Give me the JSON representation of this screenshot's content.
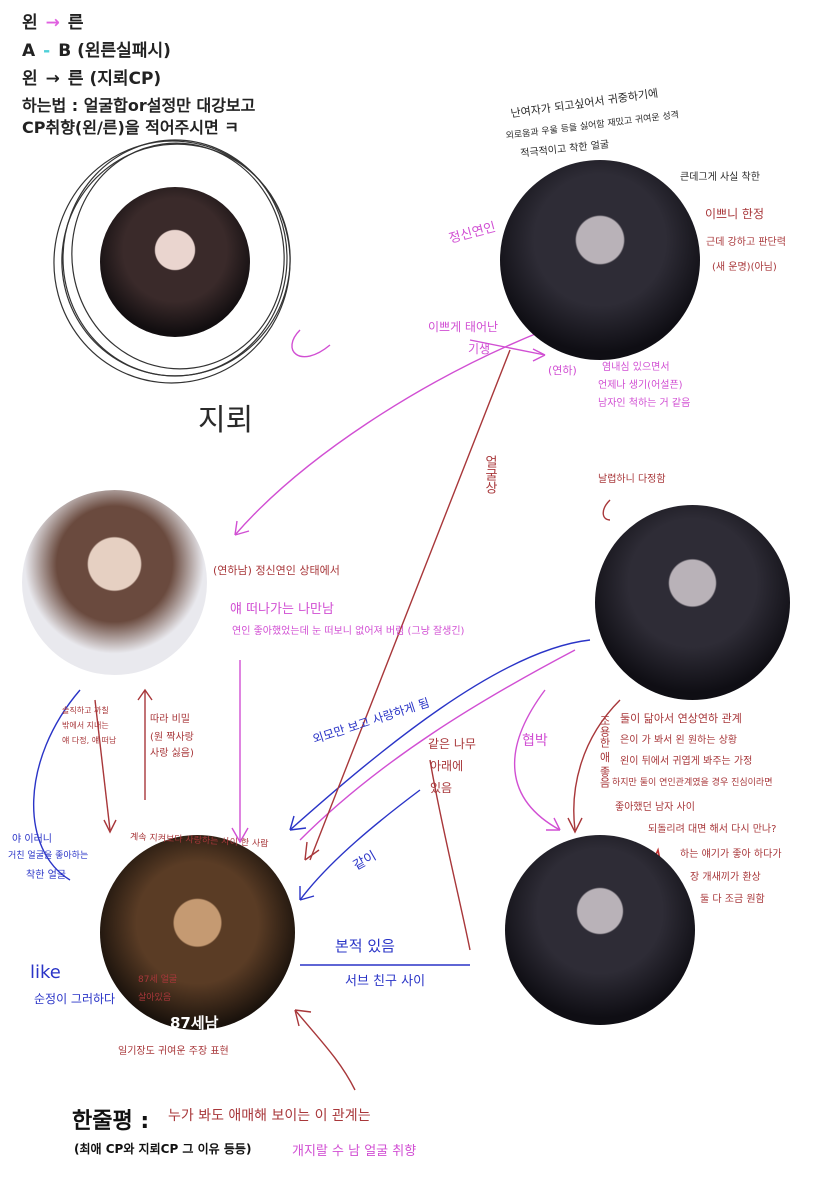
{
  "legend": {
    "line1": {
      "left": "왼",
      "arrow": "→",
      "right": "른",
      "arrow_color": "#e060e0"
    },
    "line2": {
      "text": "A - B (왼른실패시)",
      "a": "A",
      "dash": "-",
      "b": "B",
      "note": "(왼른실패시)",
      "dash_color": "#4fd0d8"
    },
    "line3": {
      "left": "왼",
      "arrow": "→",
      "right": "른 (지뢰CP)",
      "arrow_color": "#222222"
    },
    "line4": "하는법 : 얼굴합or설정만 대강보고",
    "line5": "CP취향(왼/른)을 적어주시면 ㅋ"
  },
  "nodes": {
    "jiroe_label": "지뢰",
    "age_label": "87세남"
  },
  "annotations": {
    "top_right_note1": "난여자가 되고싶어서 귀중하기에",
    "top_right_note2": "외로움과 우울 등을 싫어함 재밌고 귀여운 성격",
    "top_right_note3": "적극적이고 착한 얼굴",
    "top_right_note4": "큰데그게 사실 착한",
    "pink_left_a": "정신연인",
    "pink_right_a": "이쁘니 한정",
    "pink_right_b": "근데 강하고 판단력",
    "pink_right_c": "(새 운명)(아님)",
    "pink_mid_a": "이쁘게 태어난",
    "pink_mid_b": "기생",
    "pink_mid_c": "(연하)",
    "pink_mid_d": "염내심 있으면서",
    "pink_mid_e": "언제나 생기(어설픈)",
    "pink_mid_f": "남자인 척하는 거 같음",
    "vertical_red": "얼굴상",
    "right_top_note": "날렵하니 다정함",
    "middle_a": "(연하남) 정신연인 상태에서",
    "middle_b": "얘 떠나가는 나만남",
    "middle_c": "연인 좋아했었는데 눈 떠보니 없어져 버림 (그냥 잘생긴)",
    "left_red_a": "솔직하고 까칠",
    "left_red_b": "밖에서 지내는",
    "left_red_c": "얘 다정, 얘 떠남",
    "left_red_d": "따라 비밀",
    "left_red_e": "(원 짝사랑",
    "left_red_f": "사랑 싫음)",
    "blue_left_a": "야 이러니",
    "blue_left_b": "거친 얼굴을 좋아하는",
    "blue_left_c": "착한 얼굴",
    "blue_mid": "외모만 보고 사랑하게 됨",
    "blue_low": "같이",
    "red_mid_a": "같은 나무",
    "red_mid_b": "아래에",
    "red_mid_c": "있음",
    "pink_lower": "협박",
    "right_block_1": "둘이 닮아서 연상연하 관계",
    "right_block_2": "은이 가 봐서 왼 원하는 상황",
    "right_block_3": "왼이 뒤에서 귀엽게 봐주는 가정",
    "right_block_4": "하지만 둘이 연인관계였을 경우 진심이라면",
    "right_block_5": "좋아했던 남자 사이",
    "right_block_6": "되돌리려 대면 해서 다시 만나?",
    "right_block_7": "하는 얘기가 좋아 하다가",
    "right_block_8": "장 개새끼가 환상",
    "right_block_9": "둘 다 조금 원함",
    "right_vertical": "조용한 애 좋음",
    "center_bottom_a": "본적 있음",
    "center_bottom_b": "서브 친구 사이",
    "center_top_red": "계속 지켜보다 사랑하는 사이 한 사람",
    "like_note": "like",
    "like_note2": "순정이 그러하다",
    "age_note1": "87세 얼굴",
    "age_note2": "살아있음",
    "below_age": "일기장도 귀여운 주장 표현",
    "footer_handwritten": "누가 봐도 애매해 보이는 이 관계는",
    "footer_handwritten2": "개지랄 수 남 얼굴 취향"
  },
  "footer": {
    "title": "한줄평 :",
    "subtitle": "(최애 CP와 지뢰CP 그 이유 등등)"
  },
  "colors": {
    "red": "#a8373a",
    "pink": "#d14fd3",
    "blue": "#2a34c7",
    "cyan": "#4fd0d8"
  }
}
